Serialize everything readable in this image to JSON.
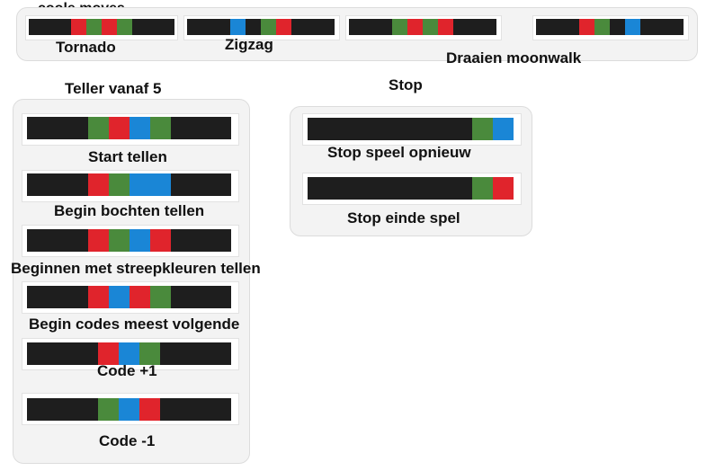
{
  "colors": {
    "black": "#1e1e1e",
    "green": "#4a8a3c",
    "red": "#e0242c",
    "blue": "#1a86d6",
    "panel": "#f3f3f3"
  },
  "cool_moves": {
    "title": "coole moves",
    "moves": [
      {
        "label": "Tornado",
        "segments": [
          "red",
          "green",
          "red",
          "green"
        ]
      },
      {
        "label": "Zigzag",
        "segments": [
          "blue",
          "black",
          "green",
          "red"
        ]
      },
      {
        "label": "",
        "segments": [
          "green",
          "red",
          "green",
          "red"
        ]
      },
      {
        "label": "Draaien moonwalk",
        "segments": [
          "red",
          "green",
          "black",
          "blue"
        ]
      }
    ]
  },
  "counter": {
    "title": "Teller vanaf 5",
    "codes": [
      {
        "label": "Start tellen",
        "segments": [
          "green",
          "red",
          "blue",
          "green"
        ]
      },
      {
        "label": "Begin bochten tellen",
        "segments": [
          "red",
          "green",
          "blue",
          "blue"
        ]
      },
      {
        "label": "Beginnen met streepkleuren tellen",
        "segments": [
          "red",
          "green",
          "blue",
          "red"
        ]
      },
      {
        "label": "Begin codes meest volgende",
        "segments": [
          "red",
          "blue",
          "red",
          "green"
        ]
      },
      {
        "label": "Code +1",
        "segments": [
          "red",
          "blue",
          "green"
        ]
      },
      {
        "label": "Code -1",
        "segments": [
          "green",
          "blue",
          "red"
        ]
      }
    ]
  },
  "stop": {
    "title": "Stop",
    "codes": [
      {
        "label": "Stop speel opnieuw",
        "segments": [
          "green",
          "blue"
        ]
      },
      {
        "label": "Stop einde spel",
        "segments": [
          "green",
          "red"
        ]
      }
    ]
  }
}
